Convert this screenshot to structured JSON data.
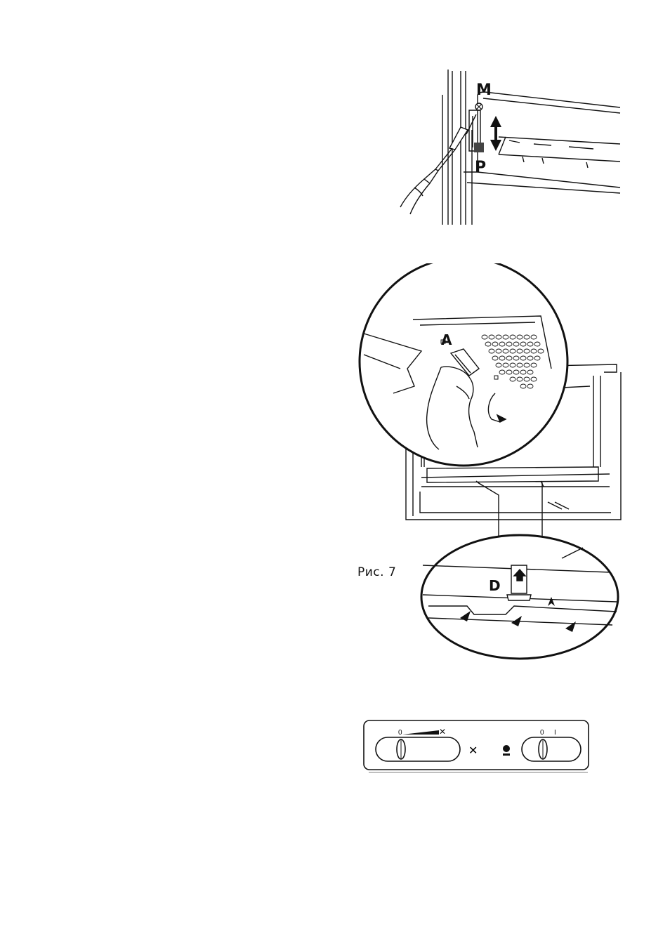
{
  "figure_top": {
    "label_m": "M",
    "label_p": "P"
  },
  "figure_middle": {
    "label_a": "A",
    "label_d": "D",
    "caption": "Рис. 7"
  },
  "control_panel": {
    "fan_dial": {
      "min_label": "0",
      "icon": "fan-icon"
    },
    "light_dial": {
      "off_label": "0",
      "on_label": "I",
      "icon": "lamp-icon"
    }
  }
}
